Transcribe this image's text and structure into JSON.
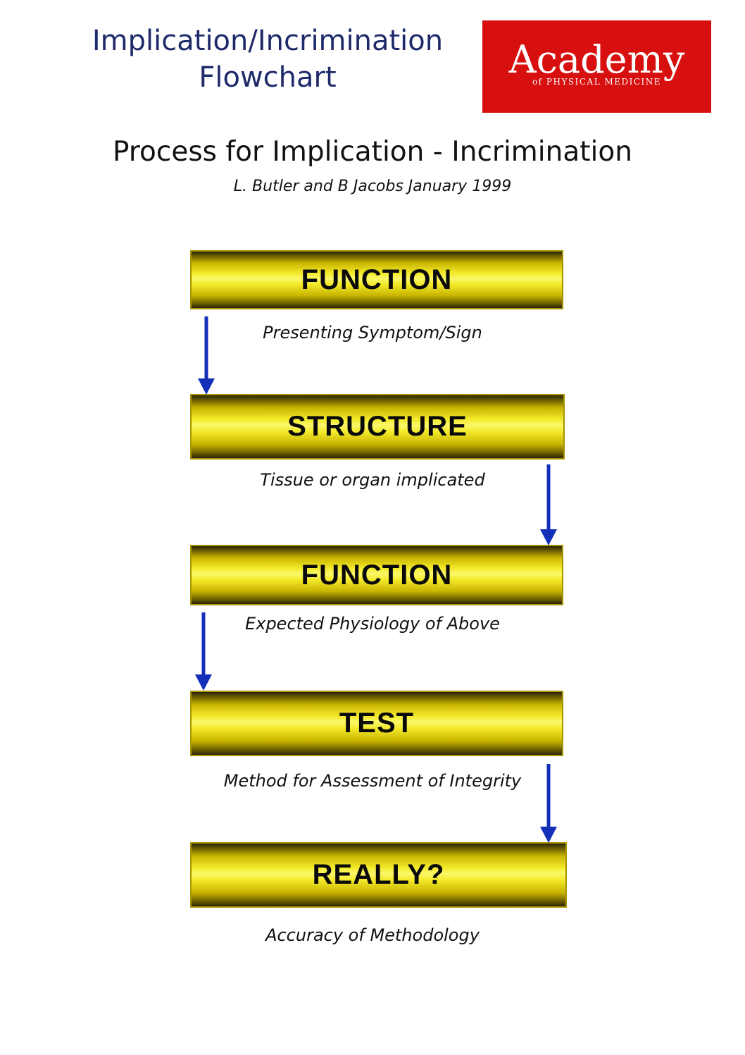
{
  "header": {
    "title_line1": "Implication/Incrimination",
    "title_line2": "Flowchart"
  },
  "logo": {
    "wordmark": "Academy",
    "sub": "of PHYSICAL MEDICINE",
    "background": "#d70f0f"
  },
  "heading": "Process for Implication - Incrimination",
  "byline": "L. Butler and B Jacobs January 1999",
  "flow": [
    {
      "label": "FUNCTION",
      "caption": "Presenting Symptom/Sign"
    },
    {
      "label": "STRUCTURE",
      "caption": "Tissue or organ implicated"
    },
    {
      "label": "FUNCTION",
      "caption": "Expected Physiology of Above"
    },
    {
      "label": "TEST",
      "caption": "Method for Assessment of Integrity"
    },
    {
      "label": "REALLY?",
      "caption": "Accuracy of Methodology"
    }
  ],
  "colors": {
    "title": "#1f2a6b",
    "arrow": "#1530b8"
  }
}
